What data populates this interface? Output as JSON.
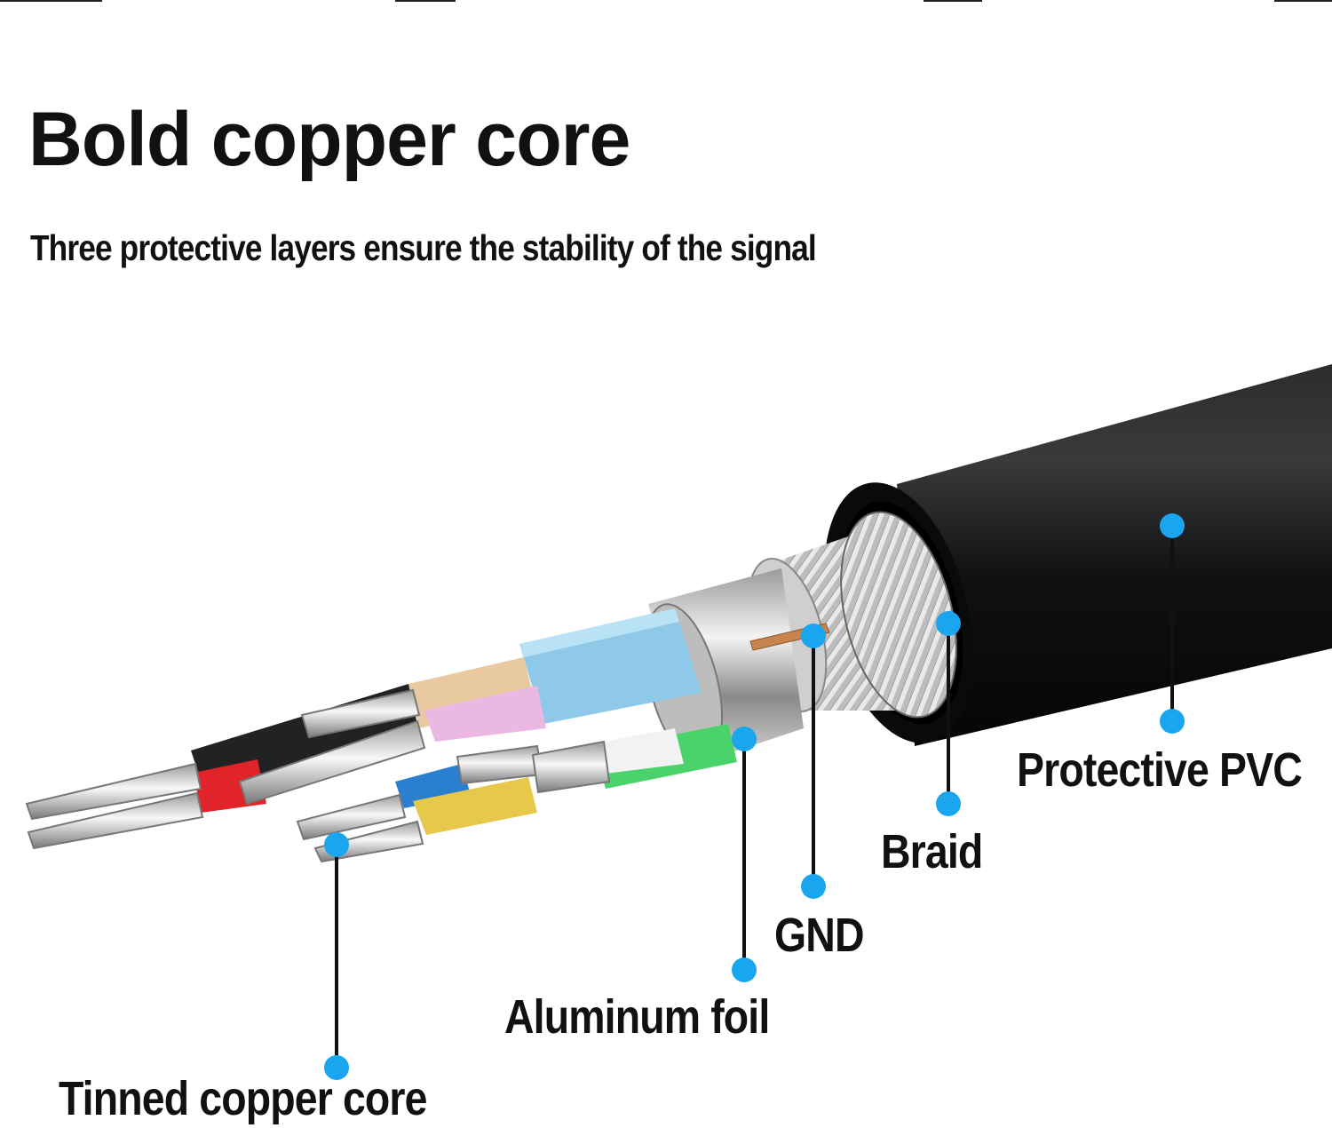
{
  "title": "Bold copper core",
  "subtitle": "Three protective layers ensure the stability of the signal",
  "accent_color": "#1aa6ef",
  "labels": {
    "protective_pvc": "Protective PVC",
    "braid": "Braid",
    "gnd": "GND",
    "aluminum_foil": "Aluminum foil",
    "tinned_copper_core": "Tinned copper core"
  }
}
